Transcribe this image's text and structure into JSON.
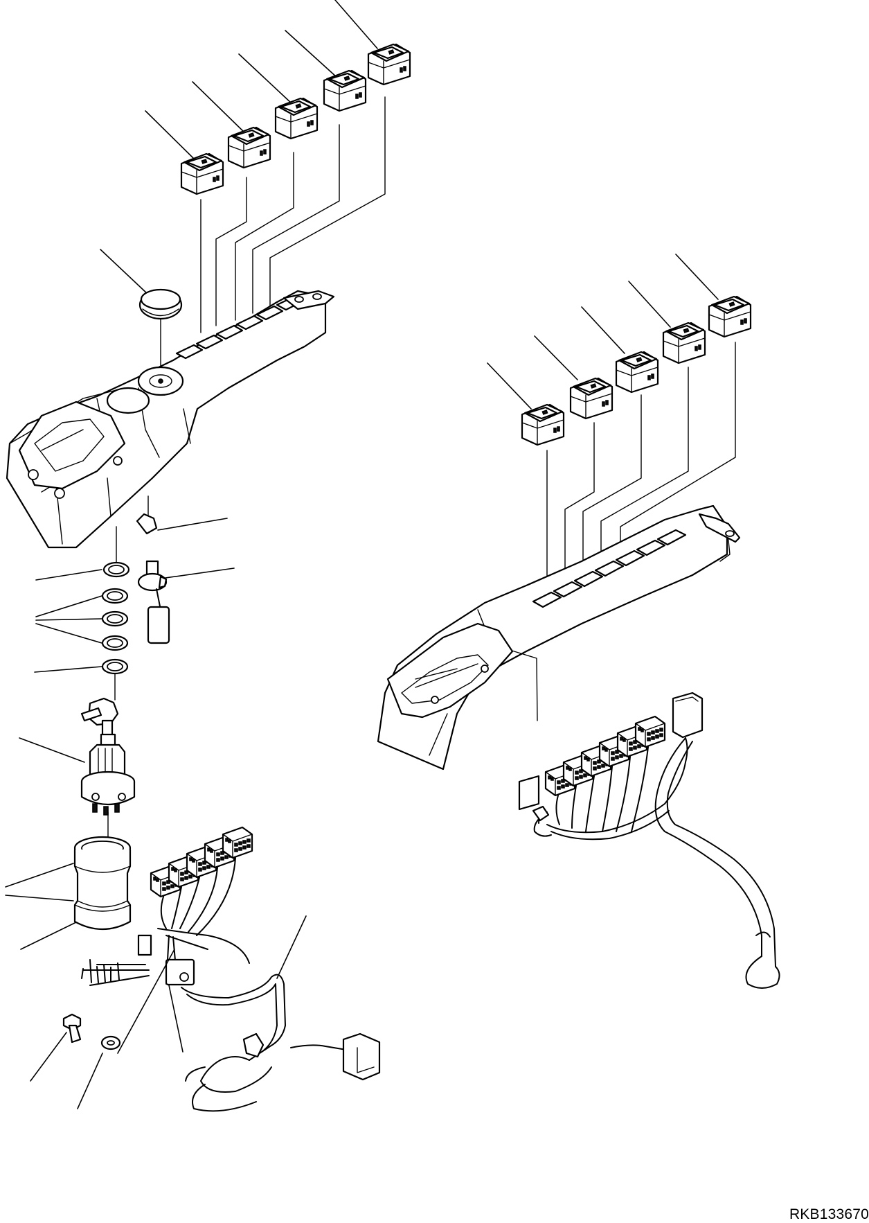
{
  "drawing": {
    "number": "RKB133670"
  },
  "assemblies": [
    {
      "name": "left-console-assembly",
      "rocker_switches": 5
    },
    {
      "name": "right-console-assembly",
      "rocker_switches": 5
    }
  ],
  "colors": {
    "line": "#000000",
    "background": "#ffffff"
  }
}
